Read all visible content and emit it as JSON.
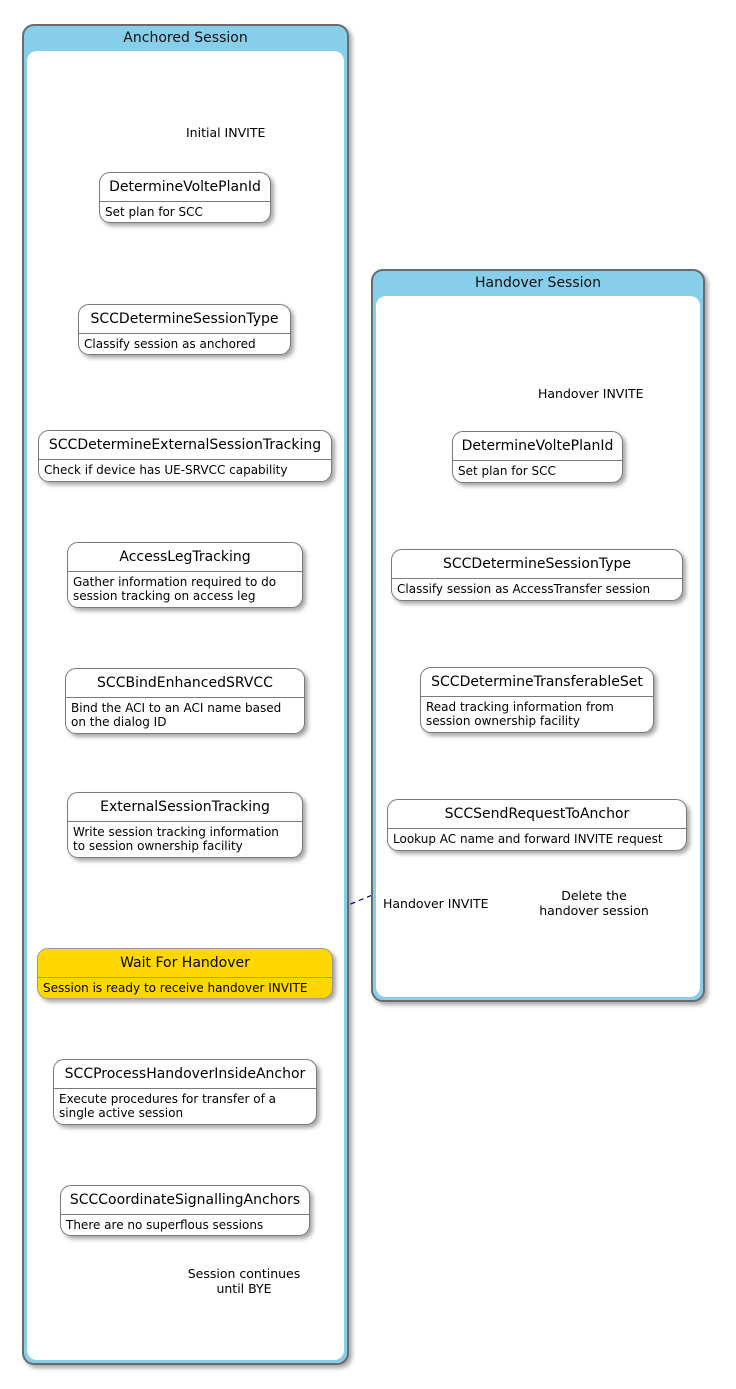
{
  "colors": {
    "container_header": "#87ceeb",
    "arrow": "#a80036",
    "dashed_arrow": "#000080",
    "highlight_state": "#ffd700"
  },
  "anchored": {
    "title": "Anchored Session",
    "transitions": {
      "initial": "Initial INVITE",
      "final": "Session continues\nuntil BYE"
    },
    "states": [
      {
        "name": "DetermineVoltePlanId",
        "desc": "Set plan for SCC"
      },
      {
        "name": "SCCDetermineSessionType",
        "desc": "Classify session as anchored"
      },
      {
        "name": "SCCDetermineExternalSessionTracking",
        "desc": "Check if device has UE-SRVCC capability"
      },
      {
        "name": "AccessLegTracking",
        "desc": "Gather information required to do\nsession tracking on access leg"
      },
      {
        "name": "SCCBindEnhancedSRVCC",
        "desc": "Bind the ACI to an ACI name based\non the dialog ID"
      },
      {
        "name": "ExternalSessionTracking",
        "desc": "Write session tracking information\nto session ownership facility"
      },
      {
        "name": "Wait For Handover",
        "desc": "Session is ready to receive handover INVITE"
      },
      {
        "name": "SCCProcessHandoverInsideAnchor",
        "desc": "Execute procedures for transfer of a\nsingle active session"
      },
      {
        "name": "SCCCoordinateSignallingAnchors",
        "desc": "There are no superflous sessions"
      }
    ]
  },
  "handover": {
    "title": "Handover Session",
    "transitions": {
      "initial": "Handover INVITE",
      "final": "Delete the\nhandover session",
      "cross": "Handover INVITE"
    },
    "states": [
      {
        "name": "DetermineVoltePlanId",
        "desc": "Set plan for SCC"
      },
      {
        "name": "SCCDetermineSessionType",
        "desc": "Classify session as AccessTransfer session"
      },
      {
        "name": "SCCDetermineTransferableSet",
        "desc": "Read tracking information from\nsession ownership facility"
      },
      {
        "name": "SCCSendRequestToAnchor",
        "desc": "Lookup AC name and forward INVITE request"
      }
    ]
  }
}
